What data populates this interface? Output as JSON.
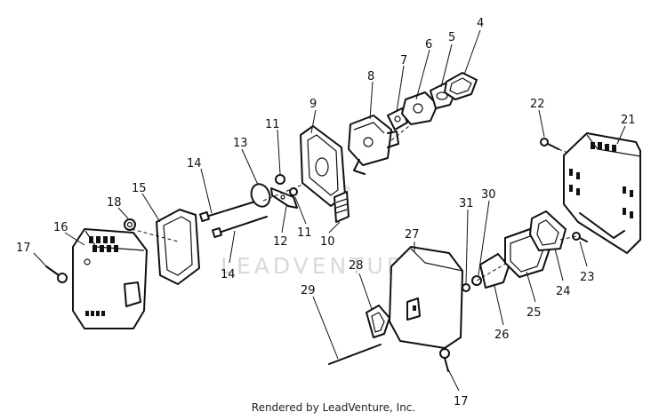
{
  "diagram": {
    "callouts": [
      "17",
      "16",
      "18",
      "15",
      "14",
      "14",
      "13",
      "11",
      "12",
      "11",
      "9",
      "10",
      "8",
      "7",
      "6",
      "5",
      "4",
      "22",
      "21",
      "31",
      "30",
      "27",
      "28",
      "29",
      "17",
      "26",
      "25",
      "24",
      "23"
    ],
    "watermark": "LEADVENTURE",
    "footer": "Rendered by LeadVenture, Inc."
  }
}
